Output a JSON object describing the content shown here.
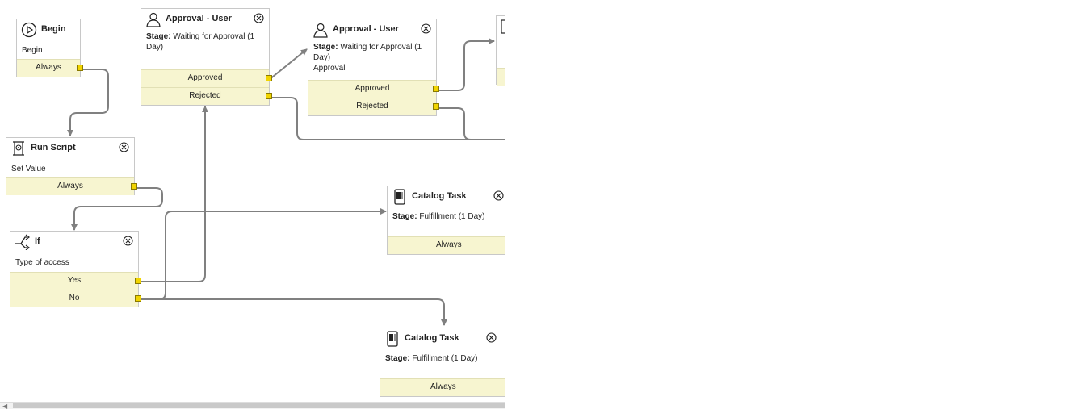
{
  "nodes": {
    "begin": {
      "title": "Begin",
      "desc": "Begin",
      "exits": [
        "Always"
      ]
    },
    "run_script": {
      "title": "Run Script",
      "desc": "Set Value",
      "exits": [
        "Always"
      ]
    },
    "if": {
      "title": "If",
      "desc": "Type of access",
      "exits": [
        "Yes",
        "No"
      ]
    },
    "approval1": {
      "title": "Approval - User",
      "stage_label": "Stage:",
      "stage_value": "Waiting for Approval (1 Day)",
      "exits": [
        "Approved",
        "Rejected"
      ]
    },
    "approval2": {
      "title": "Approval - User",
      "stage_label": "Stage:",
      "stage_value": "Waiting for Approval (1 Day)",
      "desc": "Approval",
      "exits": [
        "Approved",
        "Rejected"
      ]
    },
    "task1": {
      "title": "Catalog Task",
      "stage_label": "Stage:",
      "stage_value": "Fulfillment (1 Day)",
      "exits": [
        "Always"
      ]
    },
    "task2": {
      "title": "Catalog Task",
      "stage_label": "Stage:",
      "stage_value": "Fulfillment (1 Day)",
      "exits": [
        "Always"
      ]
    }
  },
  "icons": {
    "begin": "play-circle-icon",
    "run_script": "script-scroll-icon",
    "if": "branch-icon",
    "approval": "user-icon",
    "task": "catalog-task-icon",
    "close": "close-circle-icon"
  },
  "colors": {
    "exit_bg": "#f7f5d0",
    "port": "#f1d400",
    "wire": "#808080"
  }
}
